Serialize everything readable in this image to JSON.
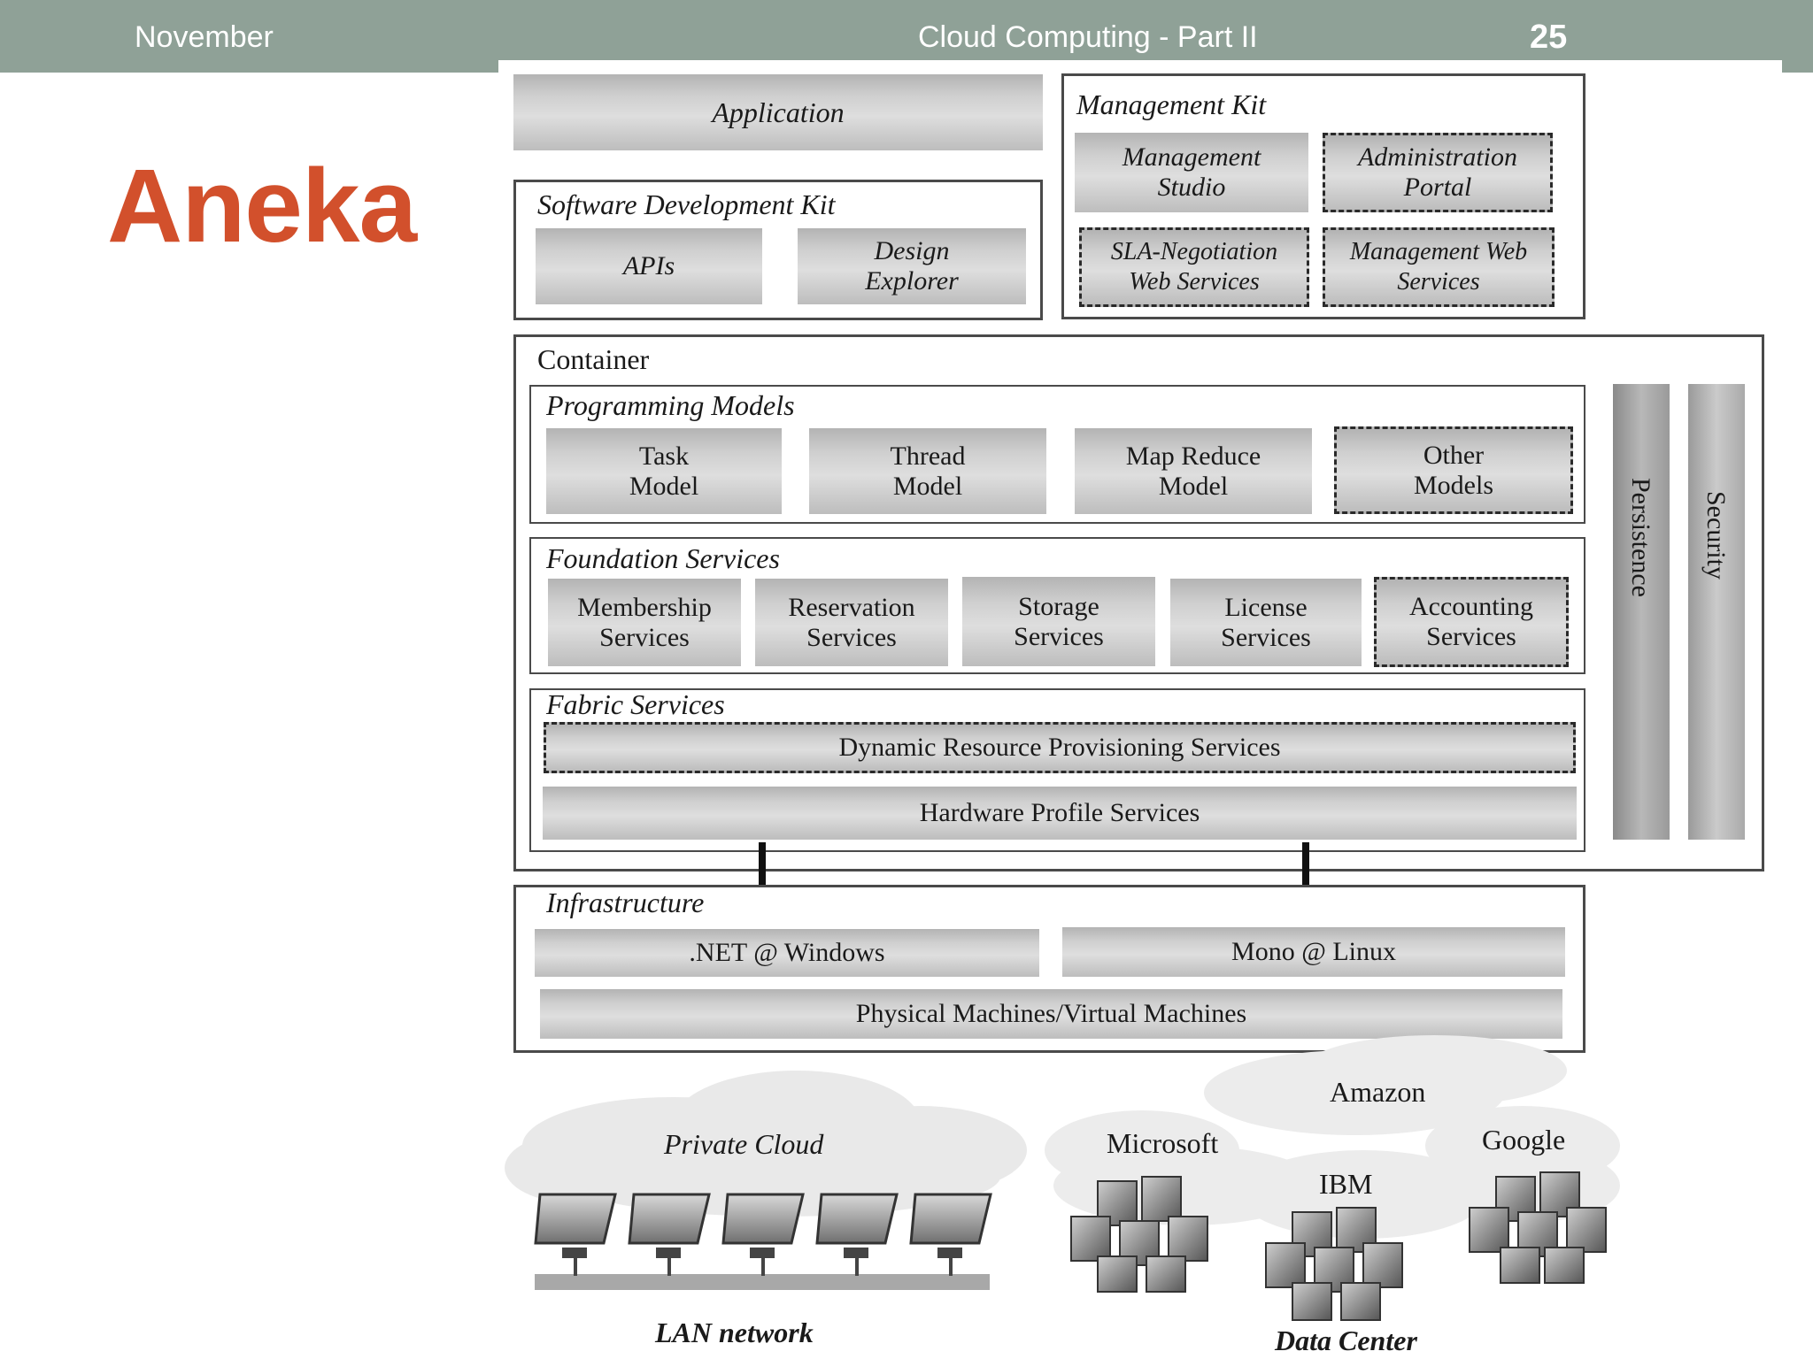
{
  "header": {
    "left": "November",
    "center": "Cloud Computing - Part II",
    "page_number": "25"
  },
  "title": "Aneka",
  "diagram": {
    "application": "Application",
    "sdk": {
      "title": "Software Development Kit",
      "apis": "APIs",
      "design_explorer": "Design Explorer"
    },
    "management_kit": {
      "title": "Management Kit",
      "management_studio": "Management Studio",
      "administration_portal": "Administration Portal",
      "sla_negotiation": "SLA-Negotiation Web Services",
      "management_web_services": "Management Web Services"
    },
    "container": {
      "title": "Container",
      "programming_models": {
        "title": "Programming Models",
        "items": [
          "Task Model",
          "Thread Model",
          "Map Reduce Model",
          "Other Models"
        ]
      },
      "foundation_services": {
        "title": "Foundation Services",
        "items": [
          "Membership Services",
          "Reservation Services",
          "Storage Services",
          "License Services",
          "Accounting Services"
        ]
      },
      "fabric_services": {
        "title": "Fabric Services",
        "dynamic": "Dynamic Resource Provisioning Services",
        "hardware": "Hardware Profile Services"
      },
      "persistence": "Persistence",
      "security": "Security"
    },
    "infrastructure": {
      "title": "Infrastructure",
      "net_windows": ".NET @ Windows",
      "mono_linux": "Mono @ Linux",
      "physical": "Physical Machines/Virtual Machines"
    },
    "clouds": {
      "private_cloud": "Private Cloud",
      "lan_network": "LAN network",
      "amazon": "Amazon",
      "microsoft": "Microsoft",
      "google": "Google",
      "ibm": "IBM",
      "data_center": "Data Center"
    }
  }
}
